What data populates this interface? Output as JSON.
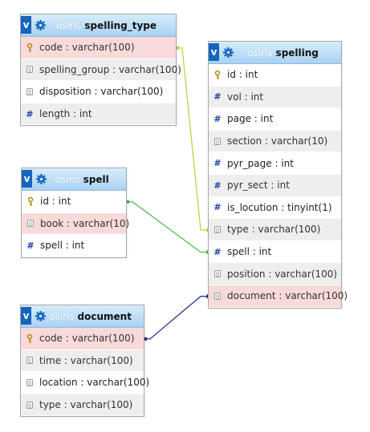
{
  "tables": [
    {
      "id": "spelling_type",
      "db": "osiris",
      "name": "spelling_type",
      "columns": [
        {
          "text": "code : varchar(100)",
          "icon": "key",
          "highlight": true
        },
        {
          "text": "spelling_group : varchar(100)",
          "icon": "string"
        },
        {
          "text": "disposition : varchar(100)",
          "icon": "string"
        },
        {
          "text": "length : int",
          "icon": "hash"
        }
      ]
    },
    {
      "id": "spelling",
      "db": "osiris",
      "name": "spelling",
      "columns": [
        {
          "text": "id : int",
          "icon": "key"
        },
        {
          "text": "vol : int",
          "icon": "hash"
        },
        {
          "text": "page : int",
          "icon": "hash"
        },
        {
          "text": "section : varchar(10)",
          "icon": "string"
        },
        {
          "text": "pyr_page : int",
          "icon": "hash"
        },
        {
          "text": "pyr_sect : int",
          "icon": "hash"
        },
        {
          "text": "is_locution : tinyint(1)",
          "icon": "hash"
        },
        {
          "text": "type : varchar(100)",
          "icon": "string"
        },
        {
          "text": "spell : int",
          "icon": "hash"
        },
        {
          "text": "position : varchar(100)",
          "icon": "string"
        },
        {
          "text": "document : varchar(100)",
          "icon": "string",
          "highlight": true
        }
      ]
    },
    {
      "id": "spell",
      "db": "osiris",
      "name": "spell",
      "columns": [
        {
          "text": "id : int",
          "icon": "key"
        },
        {
          "text": "book : varchar(10)",
          "icon": "string",
          "highlight": true
        },
        {
          "text": "spell : int",
          "icon": "hash"
        }
      ]
    },
    {
      "id": "document",
      "db": "osiris",
      "name": "document",
      "columns": [
        {
          "text": "code : varchar(100)",
          "icon": "key",
          "highlight": true
        },
        {
          "text": "time : varchar(100)",
          "icon": "string"
        },
        {
          "text": "location : varchar(100)",
          "icon": "string"
        },
        {
          "text": "type : varchar(100)",
          "icon": "string"
        }
      ]
    }
  ],
  "relations": [
    {
      "from": "spelling_type.code",
      "to": "spelling.type",
      "color": "#c8c83a"
    },
    {
      "from": "spell.id",
      "to": "spelling.spell",
      "color": "#3cb83c"
    },
    {
      "from": "document.code",
      "to": "spelling.document",
      "color": "#1a237e"
    }
  ],
  "icons": {
    "key": "key-icon",
    "hash": "hash-icon",
    "string": "string-icon",
    "gear": "gear-icon",
    "view": "v-icon"
  },
  "colors": {
    "header_top": "#d6ecfb",
    "header_bottom": "#a9d2f2",
    "highlight_row": "#f9dada",
    "alt_row": "#eeeeee"
  }
}
